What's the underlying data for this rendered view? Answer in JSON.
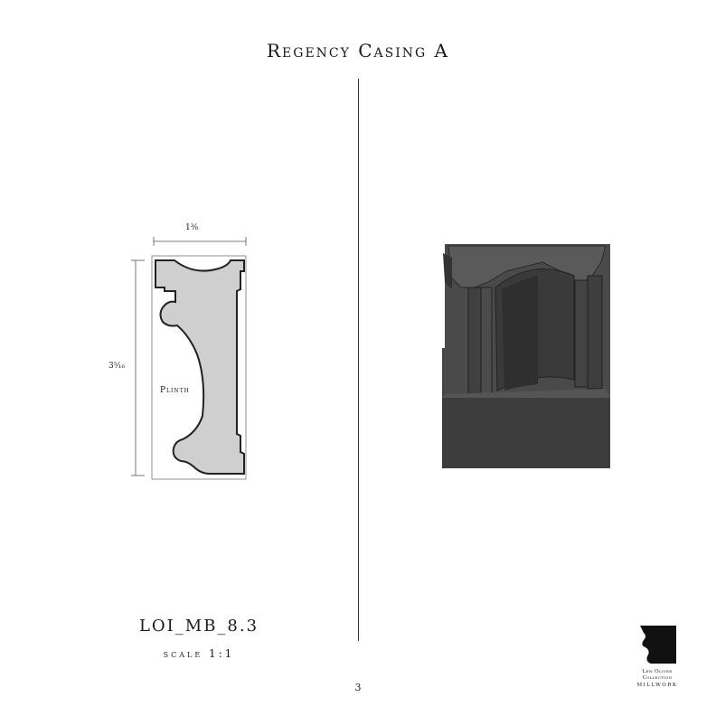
{
  "header": {
    "title": "Regency Casing A"
  },
  "drawing": {
    "label": "Plinth",
    "width_dim": "1³⁄₈",
    "height_dim": "3⁵⁄₁₆"
  },
  "footer": {
    "code": "LOI_MB_8.3",
    "scale": "SCALE 1:1",
    "page_number": "3"
  },
  "logo": {
    "line1": "Lew Oliver",
    "line2": "Collection",
    "line3": "MILLWORK"
  },
  "colors": {
    "profile_fill": "#cfcfcf",
    "render_dark": "#3b3b3b",
    "render_mid": "#4a4a4a"
  }
}
